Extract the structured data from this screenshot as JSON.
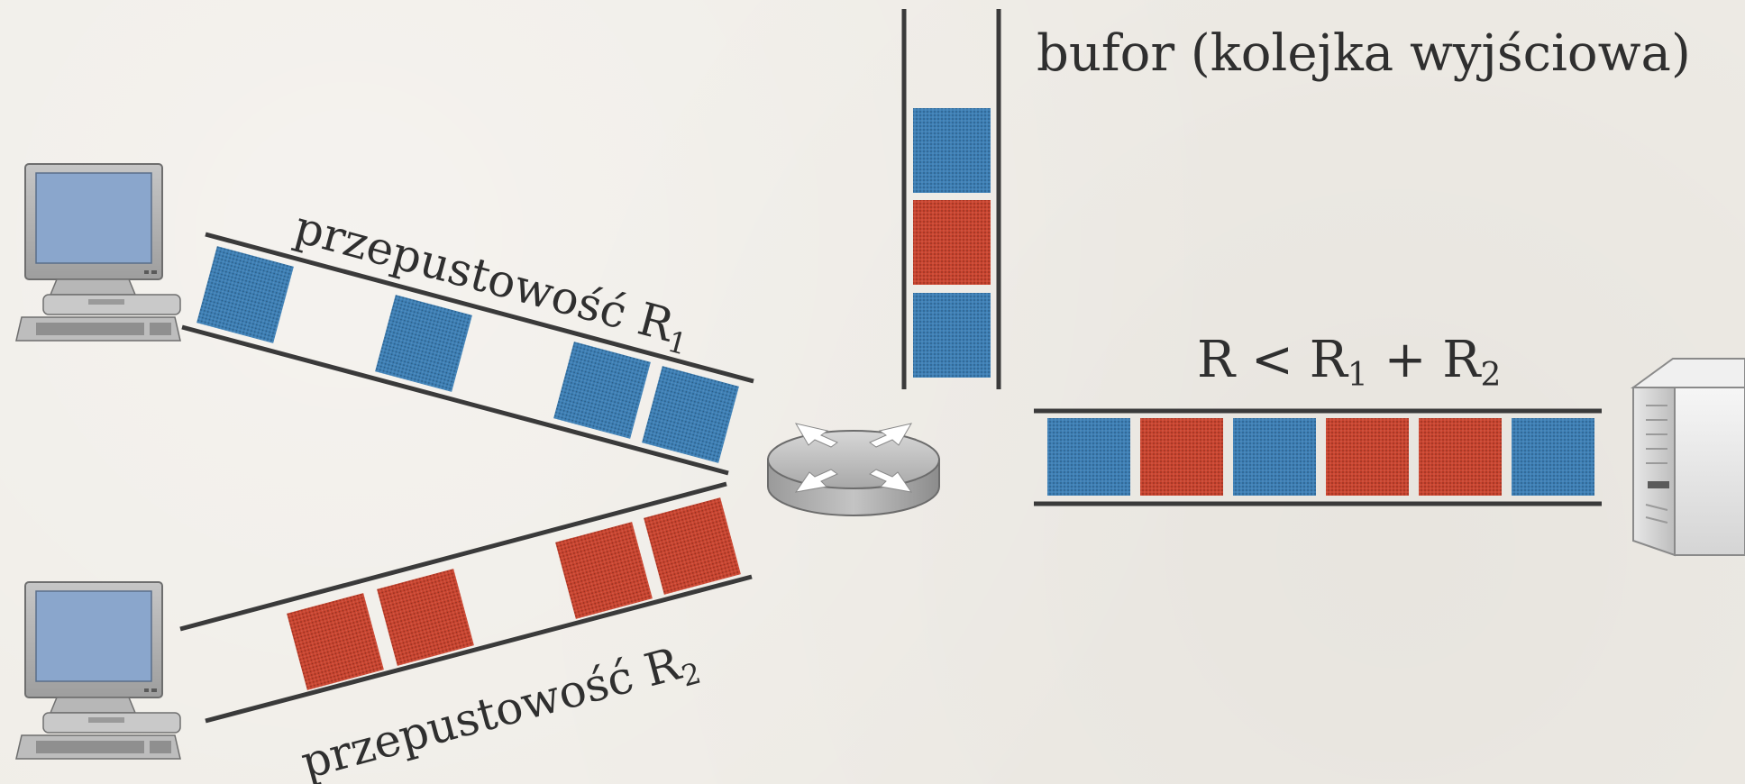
{
  "labels": {
    "buffer": "bufor (kolejka wyjściowa)",
    "link1_prefix": "przepustowość R",
    "link1_sub": "1",
    "link2_prefix": "przepustowość R",
    "link2_sub": "2",
    "out_r": "R < R",
    "out_sub1": "1",
    "out_plus": " + R",
    "out_sub2": "2"
  },
  "colors": {
    "packet_blue": "#3d7fb5",
    "packet_red": "#c9442f",
    "line": "#3a3a3a",
    "monitor_screen": "#8aa6cc",
    "device_gray": "#a9a9a9"
  },
  "queues": {
    "buffer": [
      "blue",
      "red",
      "blue"
    ],
    "link1": [
      "blue",
      "blue",
      "blue",
      "blue"
    ],
    "link2": [
      "red",
      "red",
      "red",
      "red"
    ],
    "output": [
      "blue",
      "red",
      "blue",
      "red",
      "red",
      "blue"
    ]
  },
  "icons": [
    "computer-icon",
    "router-icon",
    "server-icon"
  ]
}
